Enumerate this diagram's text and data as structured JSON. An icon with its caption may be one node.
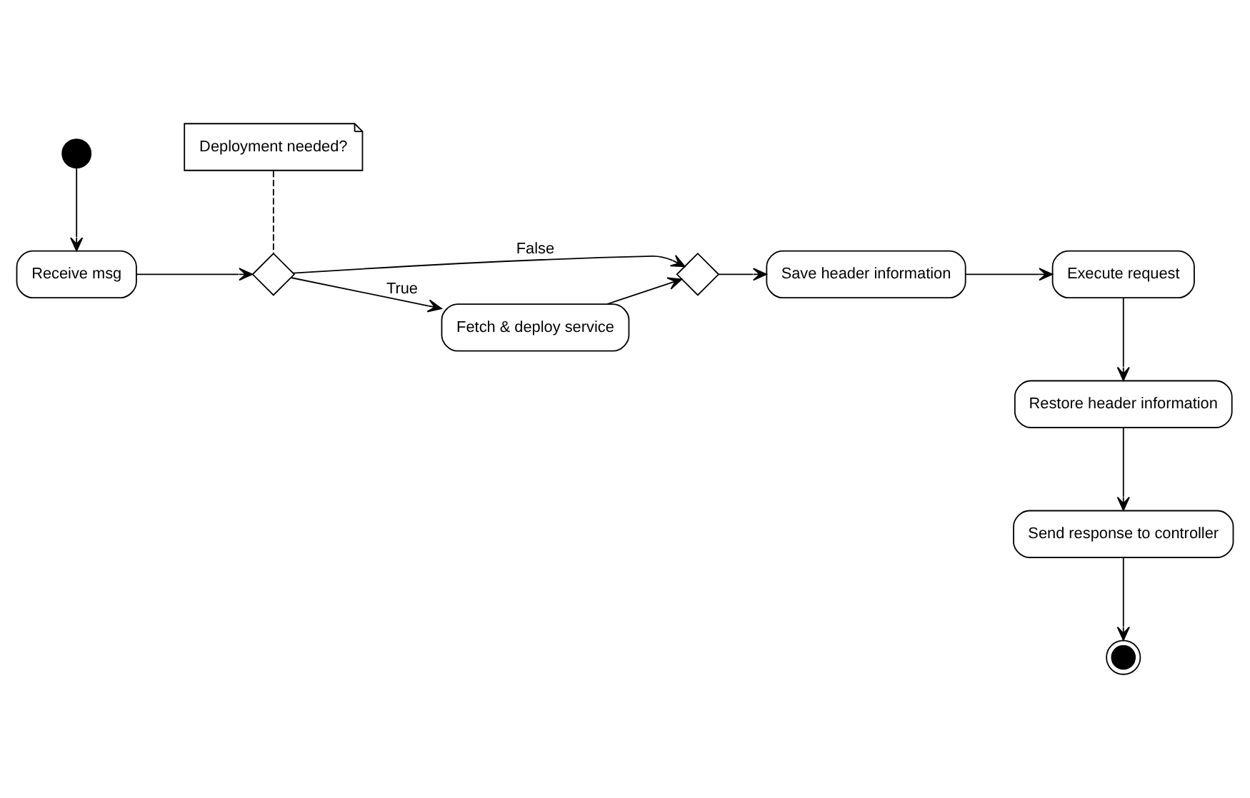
{
  "diagram": {
    "nodes": [
      {
        "text": [],
        "shape": "circle"
      },
      {
        "text": [
          "Deployment needed?"
        ]
      },
      {
        "text": [
          "Receive msg"
        ]
      },
      {
        "text": [],
        "shape": "diamond"
      },
      {
        "text": [],
        "shape": "diamond"
      },
      {
        "text": [
          "Save header information"
        ]
      },
      {
        "text": [
          "Execute request"
        ]
      },
      {
        "text": [
          "Fetch & deploy service"
        ]
      },
      {
        "text": [
          "Restore header information"
        ]
      },
      {
        "text": [
          "Send response to controller"
        ]
      },
      {
        "text": [],
        "shape": "circle"
      }
    ],
    "edges": [
      {
        "from": 0,
        "to": 2,
        "arrow": "to"
      },
      {
        "from": 2,
        "to": 3,
        "arrow": "to"
      },
      {
        "from": 1,
        "to": 3,
        "arrow": "none",
        "style": "dashed"
      },
      {
        "from": 3,
        "to": 4,
        "arrow": "to",
        "label": "False"
      },
      {
        "from": 3,
        "to": 7,
        "arrow": "to",
        "label": "True"
      },
      {
        "from": 7,
        "to": 4,
        "arrow": "to"
      },
      {
        "from": 4,
        "to": 5,
        "arrow": "to"
      },
      {
        "from": 5,
        "to": 6,
        "arrow": "to"
      },
      {
        "from": 6,
        "to": 8,
        "arrow": "to"
      },
      {
        "from": 8,
        "to": 9,
        "arrow": "to"
      },
      {
        "from": 9,
        "to": 10,
        "arrow": "to"
      }
    ]
  }
}
